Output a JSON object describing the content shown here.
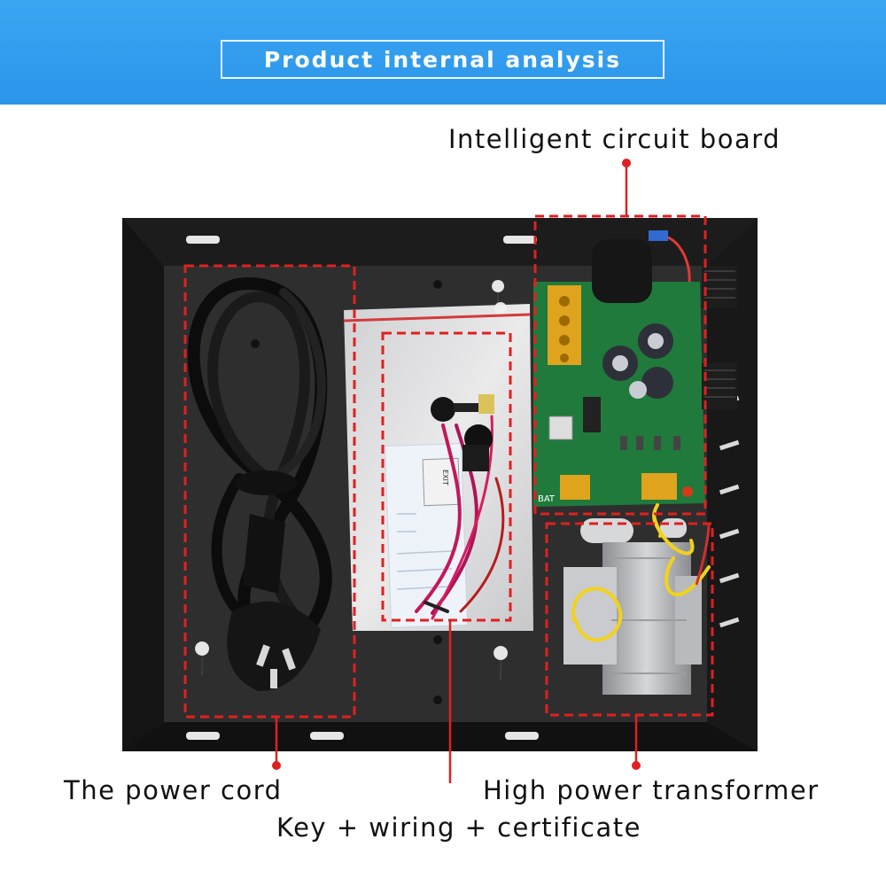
{
  "banner": {
    "title": "Product internal analysis"
  },
  "callouts": {
    "circuit_board": "Intelligent circuit board",
    "power_cord": "The power cord",
    "transformer": "High power transformer",
    "key_kit": "Key + wiring + certificate"
  },
  "product_labels": {
    "exit_button": "EXIT",
    "board_battery": "BAT"
  },
  "colors": {
    "banner": "#2b95ea",
    "highlight": "#e02020",
    "enclosure": "#232323",
    "pcb": "#1f7a3c"
  }
}
